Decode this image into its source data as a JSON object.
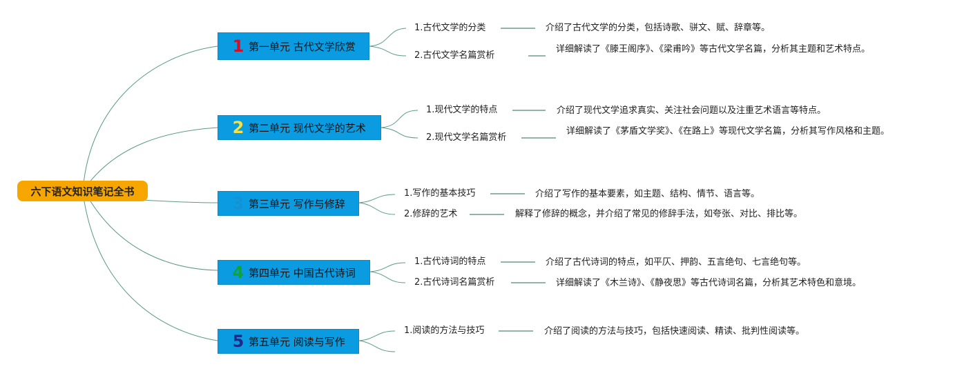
{
  "root": {
    "title": "六下语文知识笔记全书"
  },
  "units": [
    {
      "num": "1",
      "num_color": "#d0102a",
      "title": "第一单元 古代文学欣赏",
      "items": [
        {
          "label": "1.古代文学的分类",
          "desc": "介绍了古代文学的分类，包括诗歌、骈文、赋、辞章等。"
        },
        {
          "label": "2.古代文学名篇赏析",
          "desc": "详细解读了《滕王阁序》、《梁甫吟》等古代文学名篇，分析其主题和艺术特点。"
        }
      ]
    },
    {
      "num": "2",
      "num_color": "#f3e24a",
      "title": "第二单元 现代文学的艺术",
      "items": [
        {
          "label": "1.现代文学的特点",
          "desc": "介绍了现代文学追求真实、关注社会问题以及注重艺术语言等特点。"
        },
        {
          "label": "2.现代文学名篇赏析",
          "desc": "详细解读了《茅盾文学奖》、《在路上》等现代文学名篇，分析其写作风格和主题。"
        }
      ]
    },
    {
      "num": "3",
      "num_color": "#1592d6",
      "title": "第三单元 写作与修辞",
      "items": [
        {
          "label": "1.写作的基本技巧",
          "desc": "介绍了写作的基本要素，如主题、结构、情节、语言等。"
        },
        {
          "label": "2.修辞的艺术",
          "desc": "解释了修辞的概念，并介绍了常见的修辞手法，如夸张、对比、排比等。"
        }
      ]
    },
    {
      "num": "4",
      "num_color": "#12a23a",
      "title": "第四单元 中国古代诗词",
      "items": [
        {
          "label": "1.古代诗词的特点",
          "desc": "介绍了古代诗词的特点，如平仄、押韵、五言绝句、七言绝句等。"
        },
        {
          "label": "2.古代诗词名篇赏析",
          "desc": "详细解读了《木兰诗》、《静夜思》等古代诗词名篇，分析其艺术特色和意境。"
        }
      ]
    },
    {
      "num": "5",
      "num_color": "#1a2a8a",
      "title": "第五单元 阅读与写作",
      "items": [
        {
          "label": "1.阅读的方法与技巧",
          "desc": "介绍了阅读的方法与技巧，包括快速阅读、精读、批判性阅读等。"
        }
      ]
    }
  ]
}
